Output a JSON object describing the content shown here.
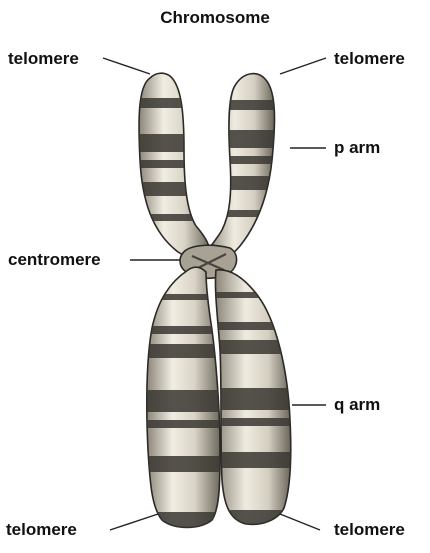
{
  "title": "Chromosome",
  "labels": {
    "telomere_top_left": "telomere",
    "telomere_top_right": "telomere",
    "p_arm": "p arm",
    "centromere": "centromere",
    "q_arm": "q arm",
    "telomere_bottom_left": "telomere",
    "telomere_bottom_right": "telomere"
  },
  "colors": {
    "chromatid_light": "#ece8dc",
    "chromatid_mid": "#b8b2a4",
    "chromatid_shadow": "#7d776b",
    "band_dark": "#3a3732",
    "outline": "#2b2925",
    "leader_line": "#222222",
    "text": "#111111"
  }
}
